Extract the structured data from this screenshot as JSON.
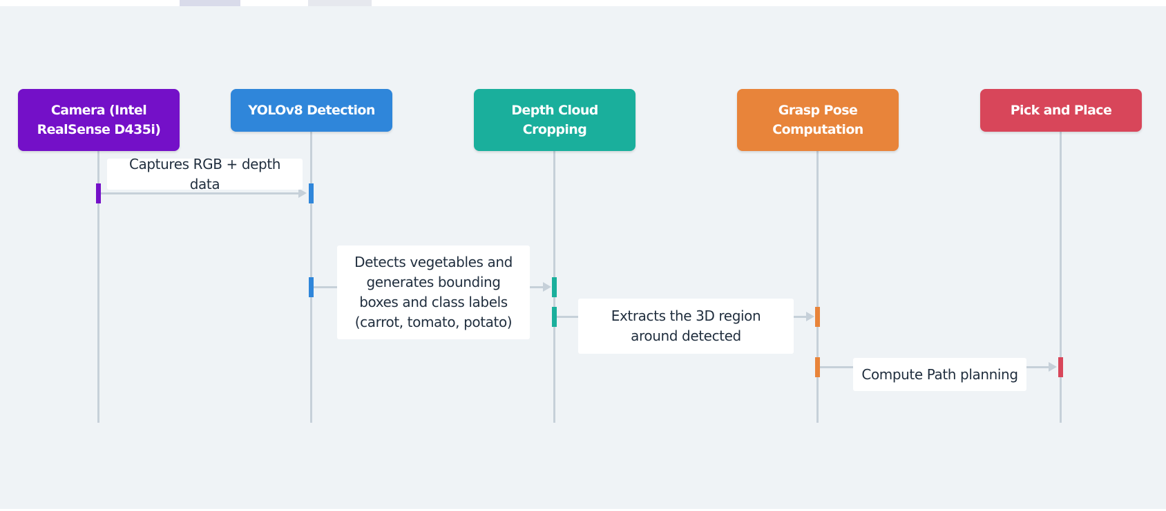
{
  "diagram": {
    "actors": [
      {
        "id": "camera",
        "label": "Camera (Intel RealSense D435i)",
        "color": "#7410c8"
      },
      {
        "id": "yolo",
        "label": "YOLOv8 Detection",
        "color": "#2f86da"
      },
      {
        "id": "depth",
        "label": "Depth Cloud Cropping",
        "color": "#1aaf9c"
      },
      {
        "id": "grasp",
        "label": "Grasp Pose Computation",
        "color": "#e8843a"
      },
      {
        "id": "pick",
        "label": "Pick and Place",
        "color": "#d8465a"
      }
    ],
    "messages": [
      {
        "from": "camera",
        "to": "yolo",
        "label": "Captures RGB + depth data"
      },
      {
        "from": "yolo",
        "to": "depth",
        "label": "Detects vegetables and generates bounding boxes and class labels (carrot, tomato, potato)"
      },
      {
        "from": "depth",
        "to": "grasp",
        "label": "Extracts the 3D region around detected"
      },
      {
        "from": "grasp",
        "to": "pick",
        "label": "Compute Path planning"
      }
    ]
  }
}
